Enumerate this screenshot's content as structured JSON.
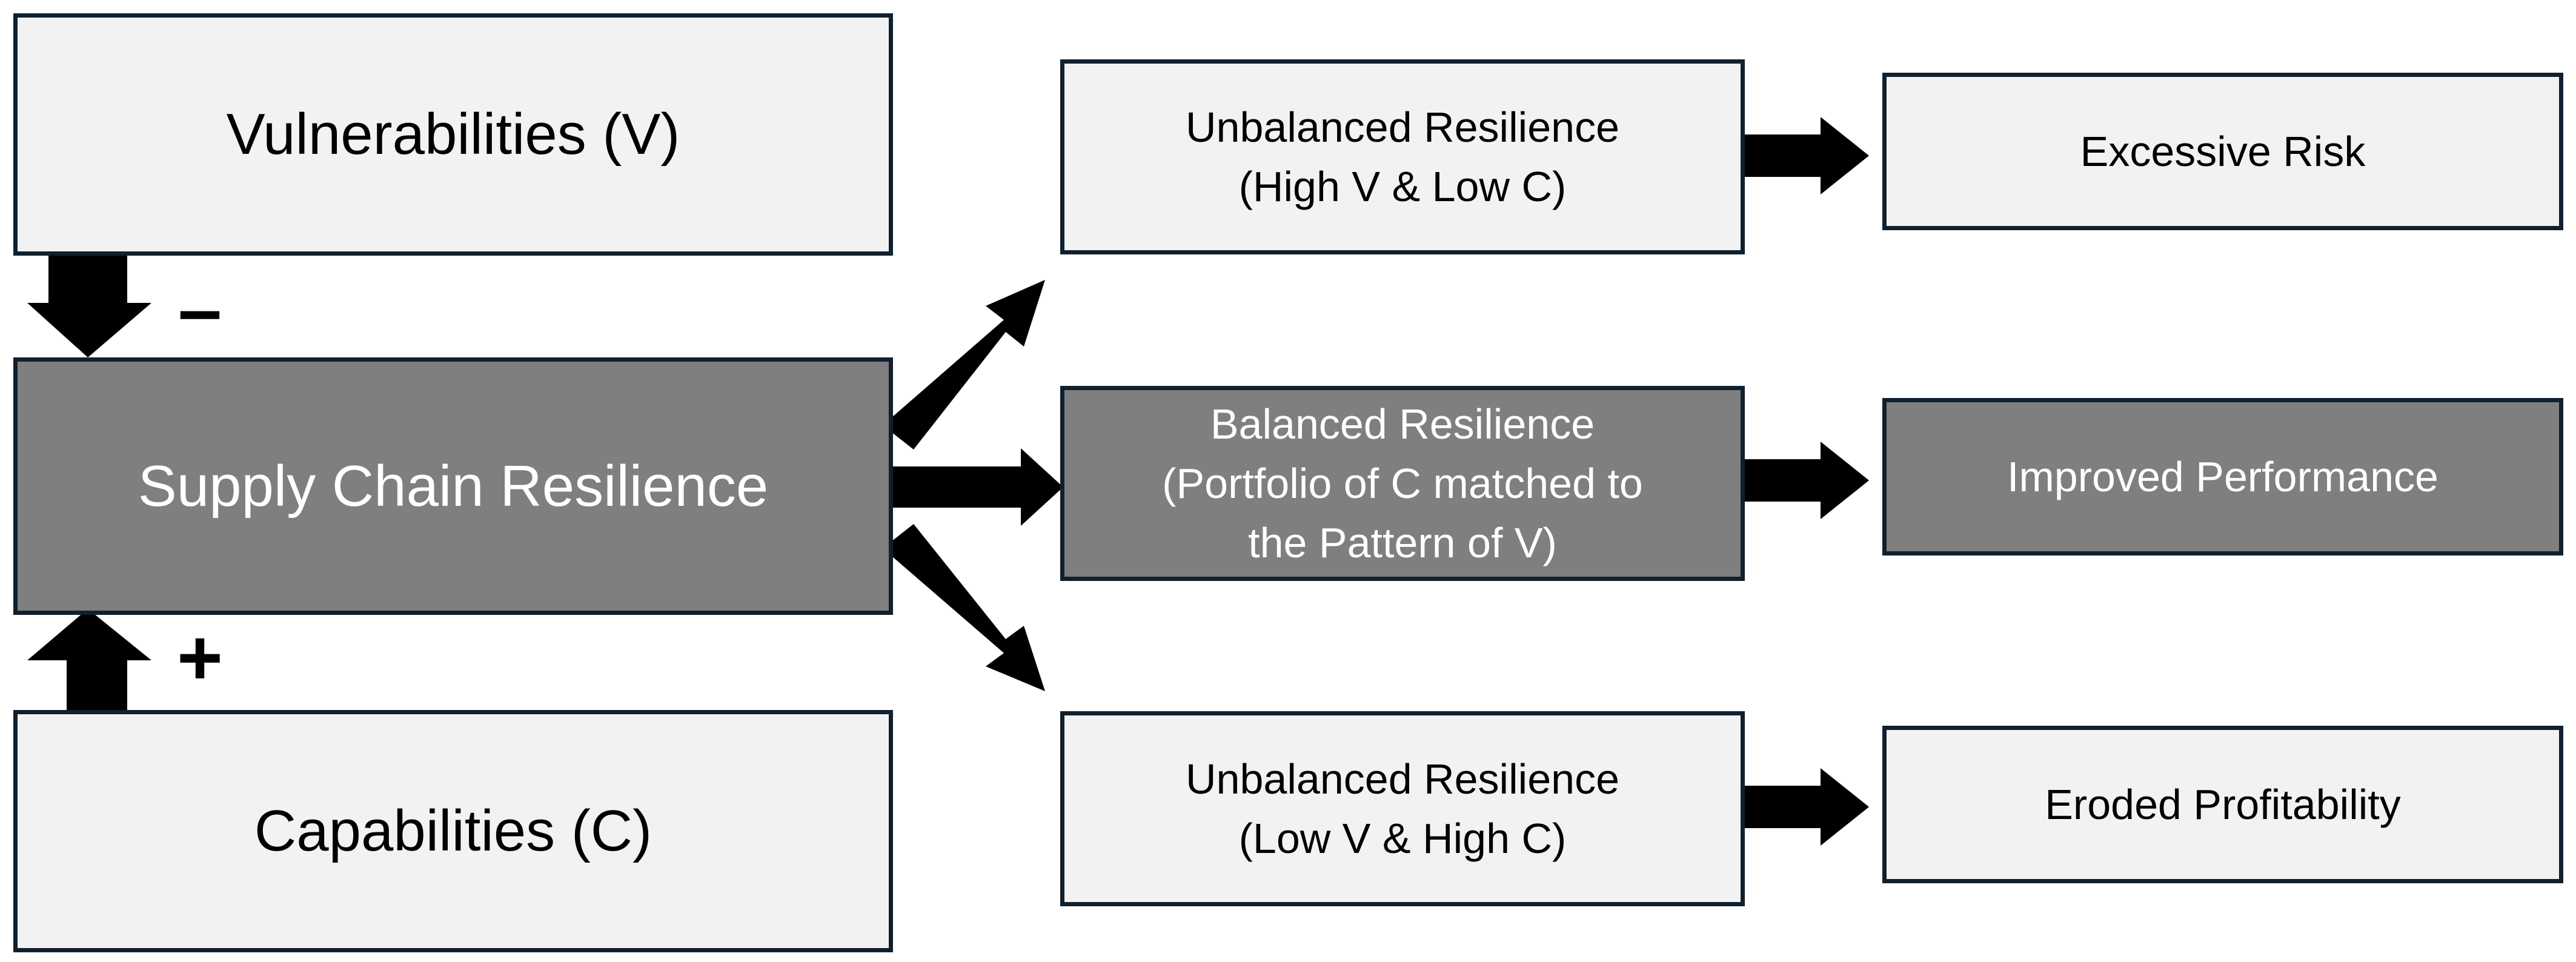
{
  "nodes": {
    "vulnerabilities": {
      "label": "Vulnerabilities (V)"
    },
    "supply_chain_resilience": {
      "label": "Supply Chain Resilience"
    },
    "capabilities": {
      "label": "Capabilities (C)"
    },
    "unbalanced_high_v": {
      "lines": [
        "Unbalanced Resilience",
        "(High V & Low C)"
      ]
    },
    "balanced": {
      "lines": [
        "Balanced Resilience",
        "(Portfolio of C matched to",
        "the Pattern of V)"
      ]
    },
    "unbalanced_low_v": {
      "lines": [
        "Unbalanced Resilience",
        "(Low V & High C)"
      ]
    },
    "excessive_risk": {
      "label": "Excessive Risk"
    },
    "improved_performance": {
      "label": "Improved Performance"
    },
    "eroded_profitability": {
      "label": "Eroded Profitability"
    }
  },
  "signs": {
    "vulnerabilities_effect": "–",
    "capabilities_effect": "+"
  },
  "edges": [
    {
      "from": "vulnerabilities",
      "to": "supply_chain_resilience"
    },
    {
      "from": "capabilities",
      "to": "supply_chain_resilience"
    },
    {
      "from": "supply_chain_resilience",
      "to": "unbalanced_high_v"
    },
    {
      "from": "supply_chain_resilience",
      "to": "balanced"
    },
    {
      "from": "supply_chain_resilience",
      "to": "unbalanced_low_v"
    },
    {
      "from": "unbalanced_high_v",
      "to": "excessive_risk"
    },
    {
      "from": "balanced",
      "to": "improved_performance"
    },
    {
      "from": "unbalanced_low_v",
      "to": "eroded_profitability"
    }
  ],
  "colors": {
    "light_fill": "#f2f2f2",
    "dark_fill": "#7f7f7f",
    "border": "#10202f",
    "arrow": "#000000"
  }
}
